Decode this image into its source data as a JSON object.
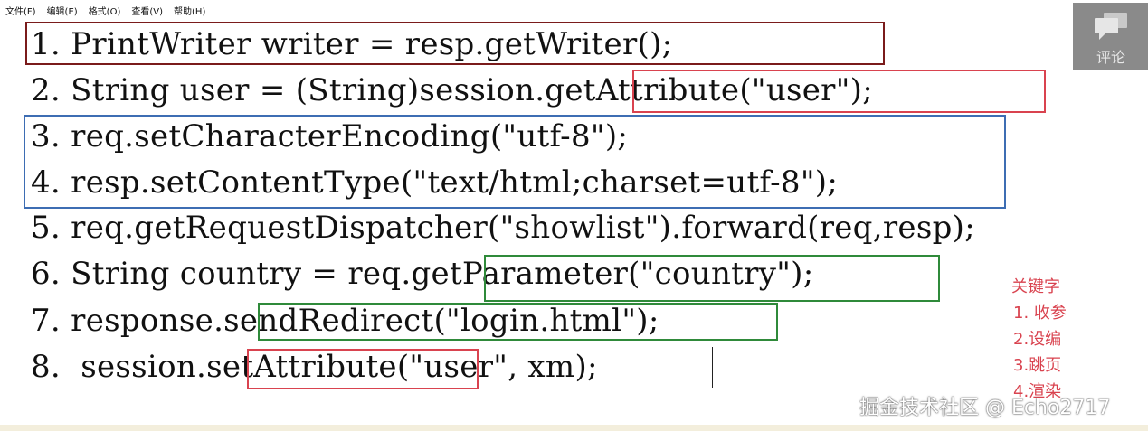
{
  "menubar": {
    "items": [
      "文件(F)",
      "编辑(E)",
      "格式(O)",
      "查看(V)",
      "帮助(H)"
    ]
  },
  "code_lines": [
    "1. PrintWriter writer = resp.getWriter();",
    "2. String user = (String)session.getAttribute(\"user\");",
    "3. req.setCharacterEncoding(\"utf-8\");",
    "4. resp.setContentType(\"text/html;charset=utf-8\");",
    "5. req.getRequestDispatcher(\"showlist\").forward(req,resp);",
    "6. String country = req.getParameter(\"country\");",
    "7. response.sendRedirect(\"login.html\");",
    "8.  session.setAttribute(\"user\", xm);"
  ],
  "comment_button": {
    "label": "评论",
    "icon": "comment-icon"
  },
  "keywords": {
    "title": "关键字",
    "items": [
      "1. 收参",
      "2.设编",
      "3.跳页",
      "4.渲染"
    ]
  },
  "watermark": "掘金技术社区 @ Echo2717",
  "colors": {
    "dark_red_box": "#7a1b1b",
    "red_box": "#d9434f",
    "blue_box": "#3d6db3",
    "green_box": "#2f8a3a",
    "keyword_text": "#d9434f",
    "comment_bg": "#8a8a8a"
  }
}
